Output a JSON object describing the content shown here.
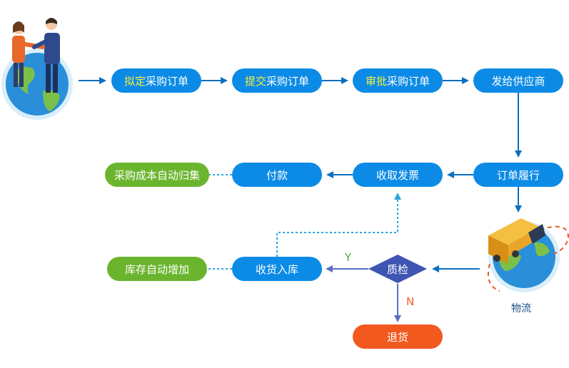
{
  "diagram": {
    "steps": {
      "draft_hl": "拟定",
      "draft_rest": "采购订单",
      "submit_hl": "提交",
      "submit_rest": "采购订单",
      "approve_hl": "审批",
      "approve_rest": "采购订单",
      "send_supplier": "发给供应商",
      "fulfill": "订单履行",
      "invoice": "收取发票",
      "pay": "付款",
      "cost_collect": "采购成本自动归集",
      "receive": "收货入库",
      "stock_increase": "库存自动增加",
      "qc": "质检",
      "return": "退货"
    },
    "labels": {
      "logistics": "物流",
      "yes": "Y",
      "no": "N"
    },
    "colors": {
      "blue": "#0c8be6",
      "green": "#6bb52e",
      "orange": "#f2591f",
      "diamond": "#3f55b3",
      "highlight": "#f7ef3c",
      "dotted": "#2aa7e0"
    }
  }
}
